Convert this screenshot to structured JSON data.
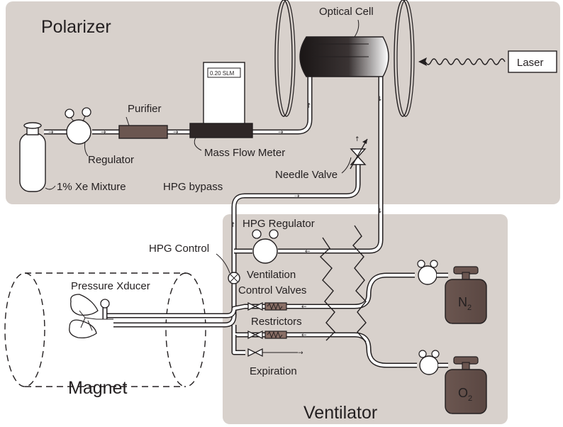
{
  "diagram": {
    "sections": {
      "polarizer": "Polarizer",
      "ventilator": "Ventilator",
      "magnet": "Magnet"
    },
    "components": {
      "optical_cell": "Optical Cell",
      "laser": "Laser",
      "flow_display": "0.20 SLM",
      "purifier": "Purifier",
      "regulator": "Regulator",
      "mass_flow_meter": "Mass Flow Meter",
      "xe_mixture": "1% Xe Mixture",
      "needle_valve": "Needle Valve",
      "hpg_bypass": "HPG bypass",
      "hpg_regulator": "HPG Regulator",
      "hpg_control": "HPG Control",
      "ventilation_valves_line1": "Ventilation",
      "ventilation_valves_line2": "Control Valves",
      "pressure_xducer": "Pressure Xducer",
      "restrictors": "Restrictors",
      "expiration": "Expiration",
      "n2_letter": "N",
      "n2_sub": "2",
      "o2_letter": "O",
      "o2_sub": "2"
    },
    "colors": {
      "panel": "#d8d1cc",
      "ink": "#231f20",
      "tank": "#6b5650",
      "restrictor": "#8a6f66"
    }
  }
}
